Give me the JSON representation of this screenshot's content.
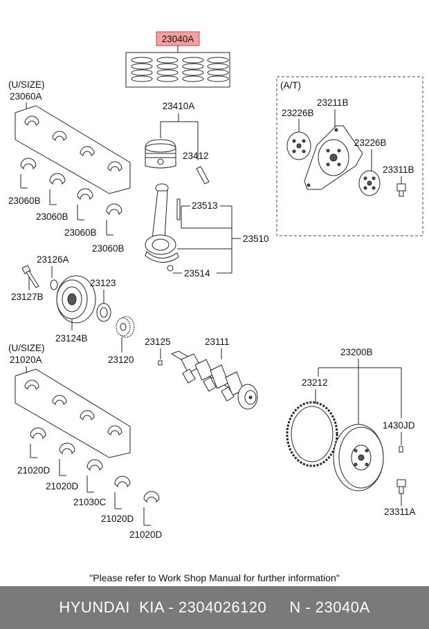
{
  "labels": {
    "piston_ring_set": "23040A",
    "upper_bearing_note": "(U/SIZE)",
    "bearing_set_upper": "23060A",
    "bearing_a": "23060B",
    "bearing_b": "23060B",
    "bearing_c": "23060B",
    "bearing_d": "23060B",
    "piston": "23410A",
    "piston_pin": "23412",
    "con_rod_bolt": "23513",
    "con_rod": "23510",
    "con_rod_nut": "23514",
    "at_note": "(A/T)",
    "drive_plate": "23211B",
    "adapter_a": "23226B",
    "adapter_b": "23226B",
    "drive_plate_bolt": "23311B",
    "washer": "23126A",
    "pulley_bolt": "23127B",
    "pulley": "23124B",
    "seal": "23123",
    "sprocket": "23120",
    "key": "23125",
    "crankshaft": "23111",
    "lower_bearing_note": "(U/SIZE)",
    "main_bearing_set": "21020A",
    "main_a": "21020D",
    "main_b": "21020D",
    "thrust": "21030C",
    "main_c": "21020D",
    "main_d": "21020D",
    "flywheel": "23200B",
    "ring_gear": "23212",
    "pin": "1430JD",
    "flywheel_bolt": "23311A"
  },
  "note": "\"Please refer to Work Shop Manual for further information\"",
  "footer": "HYUNDAI  KIA - 2304026120     N - 23040A",
  "colors": {
    "highlight": "#f4a0a0",
    "footer_bg": "#7a7a7a"
  }
}
